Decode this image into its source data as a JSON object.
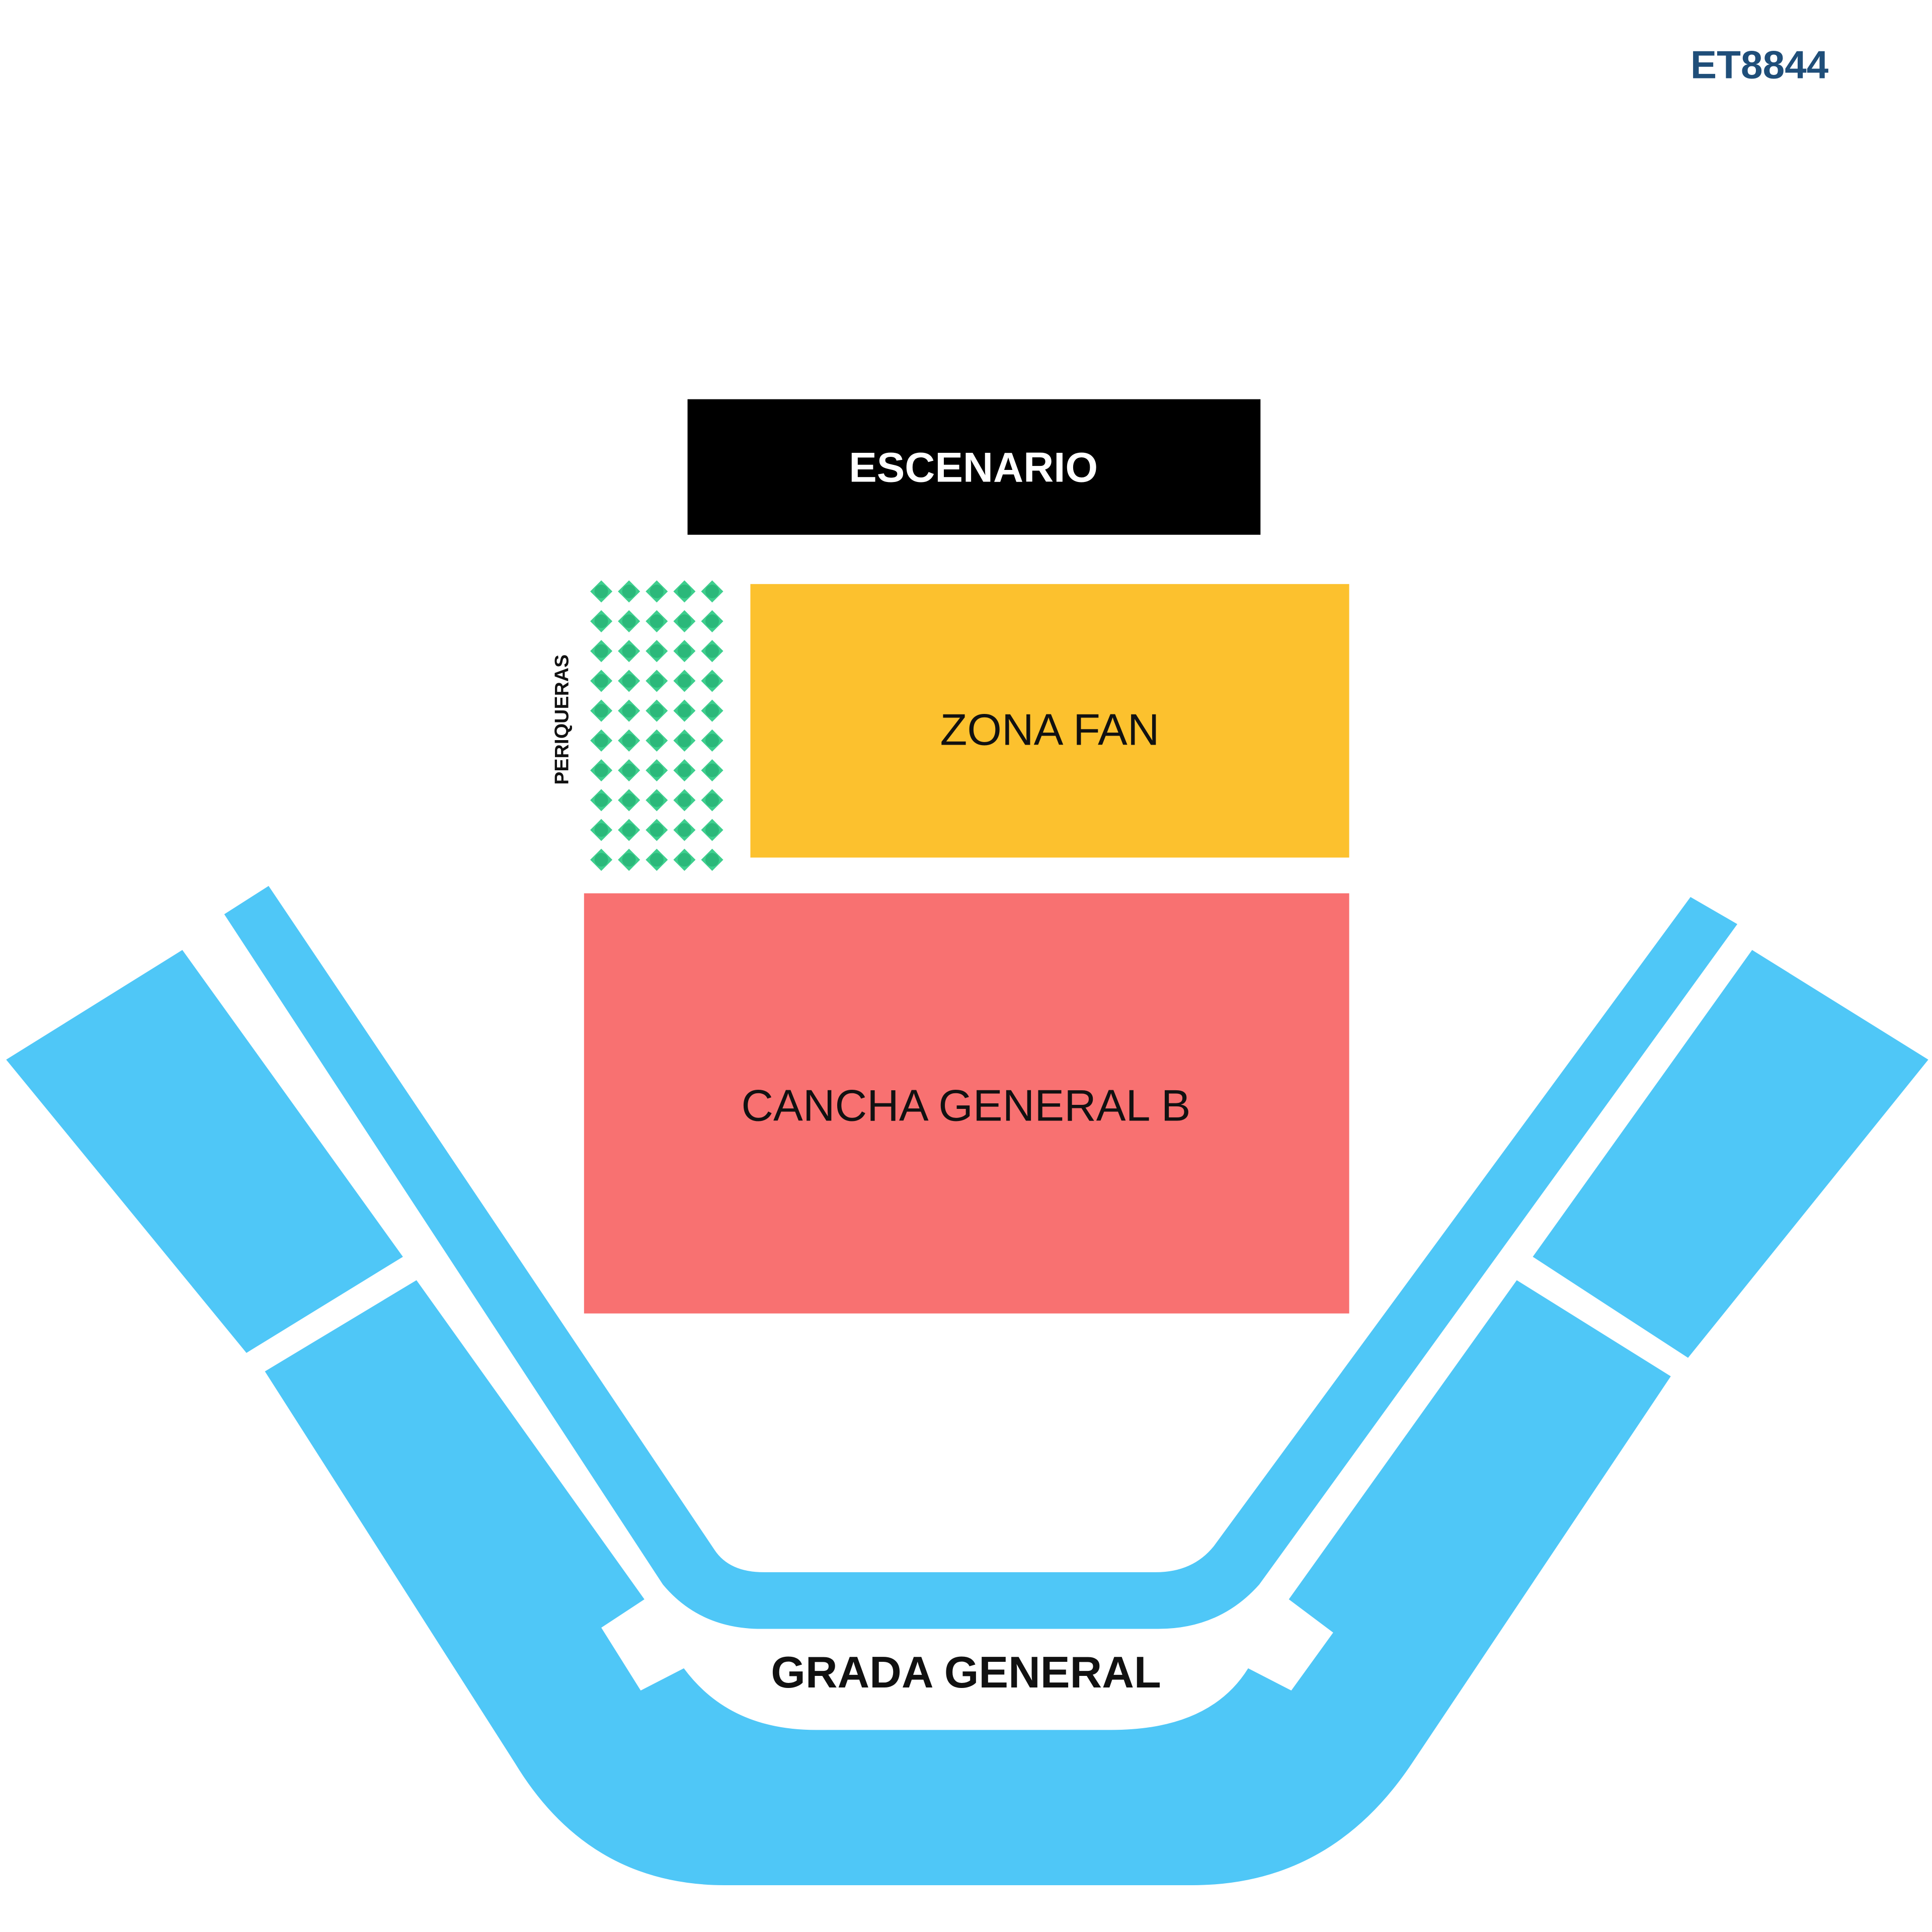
{
  "map_code": "ET8844",
  "stage": {
    "label": "ESCENARIO"
  },
  "sections": {
    "zona_fan": {
      "label": "ZONA FAN"
    },
    "cancha_general_b": {
      "label": "CANCHA GENERAL B"
    },
    "periqueras": {
      "label": "PERIQUERAS",
      "rows": 10,
      "cols": 5
    },
    "grada_general": {
      "label": "GRADA GENERAL"
    }
  },
  "colors": {
    "code_text": "#1f4e79",
    "stage": "#000000",
    "stage_text": "#ffffff",
    "zona_fan": "#fcc12e",
    "cancha_general_b": "#f87171",
    "periqueras": "#3ecf8e",
    "grada_general": "#4fc7f7",
    "section_text": "#111111"
  }
}
